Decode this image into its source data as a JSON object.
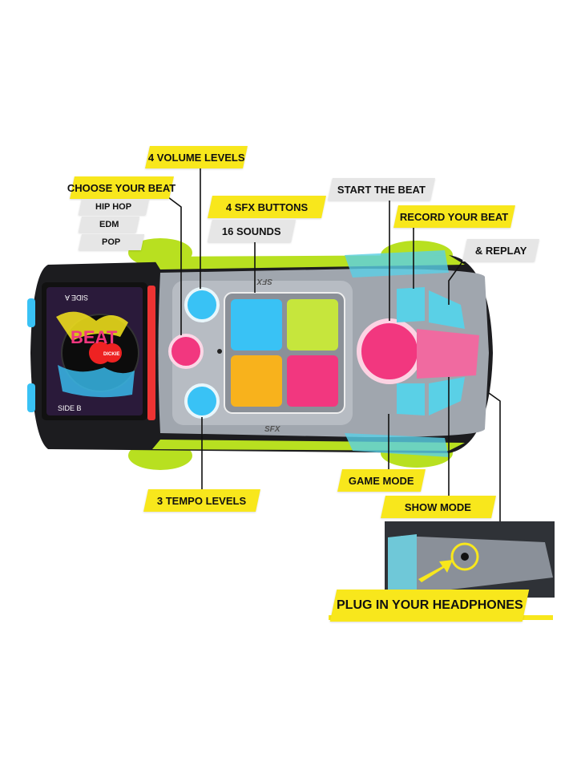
{
  "callouts": {
    "volume": "4 VOLUME LEVELS",
    "choose_beat": "CHOOSE YOUR BEAT",
    "beats": [
      "HIP HOP",
      "EDM",
      "POP"
    ],
    "sfx_buttons": "4 SFX BUTTONS",
    "sounds": "16 SOUNDS",
    "start_beat": "START THE BEAT",
    "record_beat": "RECORD YOUR BEAT",
    "replay": "& REPLAY",
    "game_mode": "GAME MODE",
    "show_mode": "SHOW MODE",
    "tempo": "3 TEMPO LEVELS",
    "headphones": "PLUG IN YOUR HEADPHONES"
  },
  "toy": {
    "screen_text": [
      "SIDE A",
      "BEAT",
      "SIDE B"
    ],
    "logo": "DICKIE",
    "panel_text": [
      "SFX",
      "SFX"
    ]
  },
  "colors": {
    "callout_yellow": "#f8e71c",
    "callout_grey": "#e6e6e6",
    "body_black": "#1c1c1f",
    "body_lime": "#b8e020",
    "pad_blue": "#39c2f5",
    "pad_lime": "#c6e63c",
    "pad_orange": "#f8b21c",
    "pad_pink": "#f2377f",
    "panel_grey": "#9aa0a8",
    "window_teal": "#5ad0e6"
  }
}
